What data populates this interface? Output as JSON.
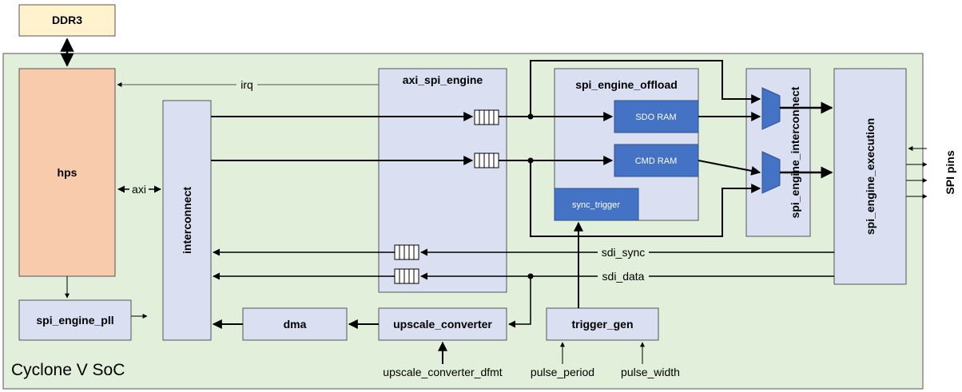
{
  "diagram": {
    "soc_label": "Cyclone V SoC",
    "blocks": {
      "ddr3": "DDR3",
      "hps": "hps",
      "spi_engine_pll": "spi_engine_pll",
      "interconnect": "interconnect",
      "dma": "dma",
      "axi_spi_engine": "axi_spi_engine",
      "upscale_converter": "upscale_converter",
      "spi_engine_offload": "spi_engine_offload",
      "sdo_ram": "SDO RAM",
      "cmd_ram": "CMD RAM",
      "sync_trigger": "sync_trigger",
      "trigger_gen": "trigger_gen",
      "spi_engine_interconnect": "spi_engine_interconnect",
      "spi_engine_execution": "spi_engine_execution"
    },
    "signals": {
      "irq": "irq",
      "axi": "axi",
      "sdi_sync": "sdi_sync",
      "sdi_data": "sdi_data",
      "upscale_converter_dfmt": "upscale_converter_dfmt",
      "pulse_period": "pulse_period",
      "pulse_width": "pulse_width",
      "spi_pins": "SPI pins"
    },
    "colors": {
      "soc_background": "#e2efda",
      "block_fill": "#dae0f2",
      "hps_fill": "#f8cbad",
      "ddr3_fill": "#fff2cc",
      "accent_fill": "#4472c4"
    }
  }
}
